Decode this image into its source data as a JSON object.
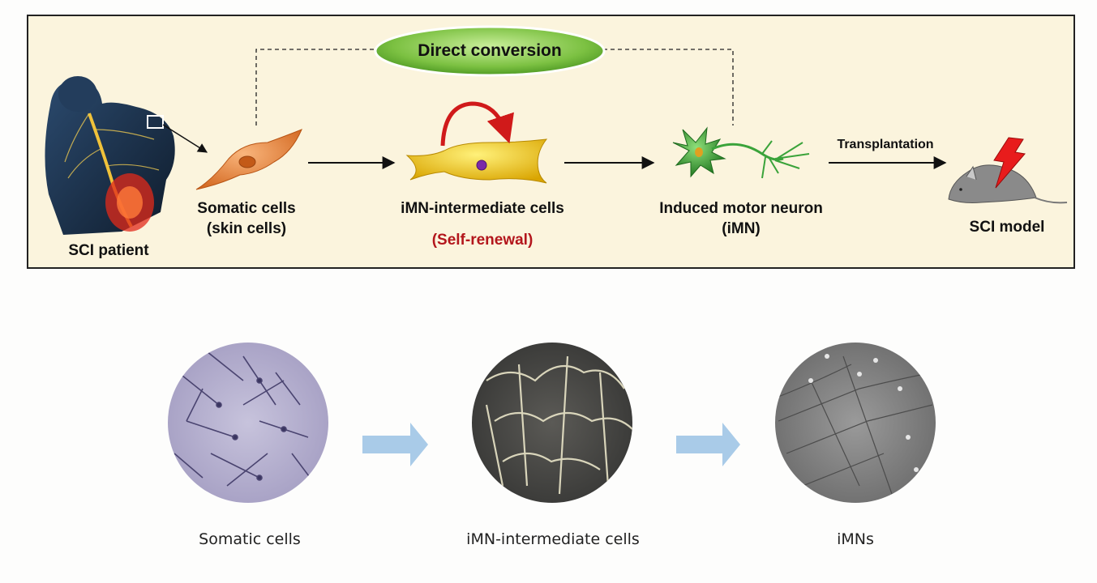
{
  "top": {
    "direct_conversion": "Direct conversion",
    "sci_patient": "SCI patient",
    "somatic_line1": "Somatic cells",
    "somatic_line2": "(skin cells)",
    "intermediate": "iMN-intermediate cells",
    "self_renewal": "(Self-renewal)",
    "imn_line1": "Induced motor neuron",
    "imn_line2": "(iMN)",
    "transplantation": "Transplantation",
    "sci_model": "SCI model"
  },
  "bottom": {
    "somatic": "Somatic cells",
    "intermediate": "iMN-intermediate cells",
    "imns": "iMNs"
  },
  "colors": {
    "panel_bg": "#fbf4dd",
    "pill_green": "#7cc142",
    "self_renewal_red": "#b3161c",
    "somatic_orange": "#f08a3c",
    "intermediate_yellow": "#f5c518",
    "neuron_green": "#3aa33a",
    "bottom_arrow_blue": "#a9cbe8"
  }
}
